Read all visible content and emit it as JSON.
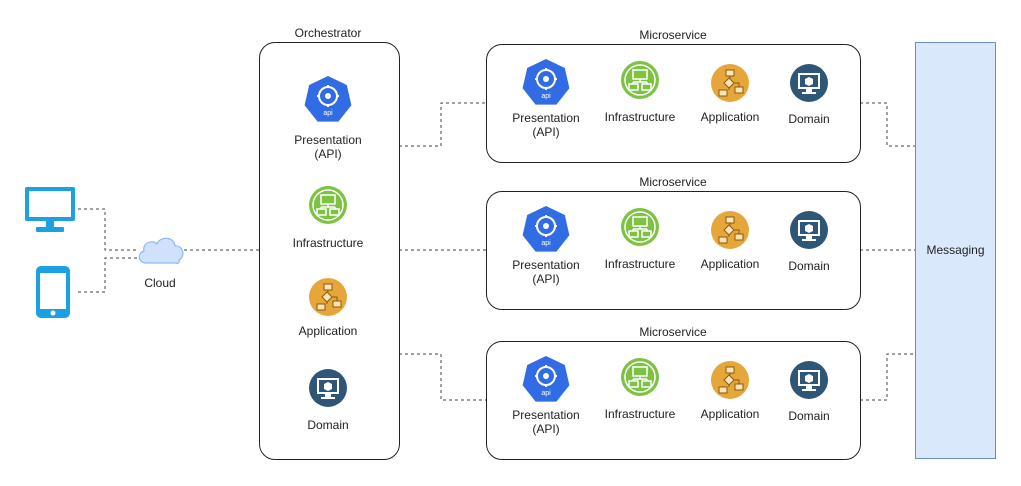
{
  "orchestrator": {
    "title": "Orchestrator",
    "items": {
      "presentation": "Presentation\n(API)",
      "infrastructure": "Infrastructure",
      "application": "Application",
      "domain": "Domain"
    }
  },
  "microservices": [
    {
      "title": "Microservice",
      "presentation": "Presentation\n(API)",
      "infrastructure": "Infrastructure",
      "application": "Application",
      "domain": "Domain"
    },
    {
      "title": "Microservice",
      "presentation": "Presentation\n(API)",
      "infrastructure": "Infrastructure",
      "application": "Application",
      "domain": "Domain"
    },
    {
      "title": "Microservice",
      "presentation": "Presentation\n(API)",
      "infrastructure": "Infrastructure",
      "application": "Application",
      "domain": "Domain"
    }
  ],
  "cloud": {
    "label": "Cloud"
  },
  "messaging": {
    "label": "Messaging"
  },
  "api_badge": "api",
  "colors": {
    "presentation": "#326ce5",
    "infrastructure": "#7dc242",
    "application": "#e6a73a",
    "domain": "#2f5676",
    "devices": "#1ba1e2",
    "cloud": "#9fc6f5",
    "messaging_fill": "#dae8fc",
    "messaging_border": "#6c8ebf"
  }
}
